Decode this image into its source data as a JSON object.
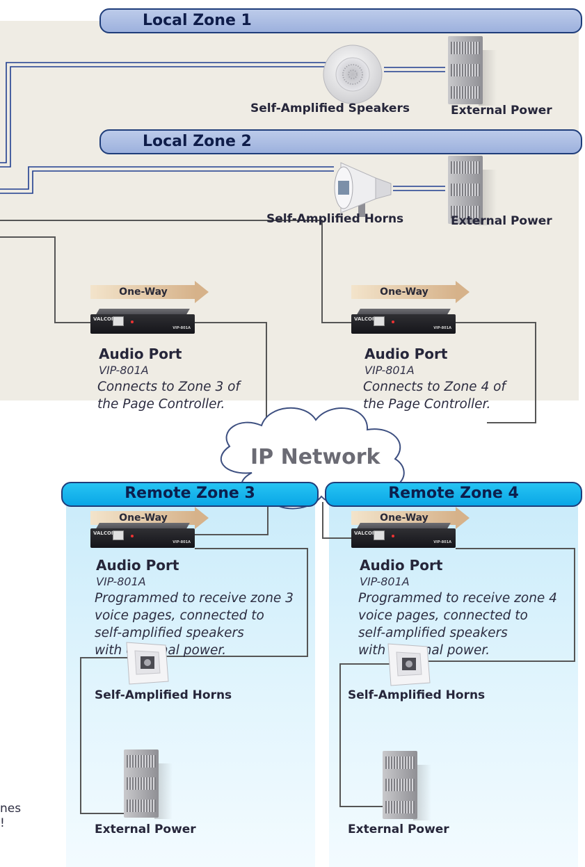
{
  "local_zones": [
    {
      "header": "Local Zone 1",
      "device_label": "Self-Amplified Speakers",
      "power_label": "External Power"
    },
    {
      "header": "Local Zone 2",
      "device_label": "Self-Amplified Horns",
      "power_label": "External Power"
    }
  ],
  "local_ports": [
    {
      "direction": "One-Way",
      "title": "Audio Port",
      "model": "VIP-801A",
      "description": "Connects to Zone 3 of\nthe Page Controller.",
      "brand": "VALCOM",
      "tag": "VIP-801A"
    },
    {
      "direction": "One-Way",
      "title": "Audio Port",
      "model": "VIP-801A",
      "description": "Connects to Zone 4 of\nthe Page Controller.",
      "brand": "VALCOM",
      "tag": "VIP-801A"
    }
  ],
  "network": {
    "label": "IP Network"
  },
  "remote_zones": [
    {
      "header": "Remote Zone 3",
      "direction": "One-Way",
      "title": "Audio Port",
      "model": "VIP-801A",
      "description": "Programmed to receive zone 3\nvoice pages, connected to\nself-amplified speakers\nwith external power.",
      "horn_label": "Self-Amplified Horns",
      "power_label": "External Power",
      "brand": "VALCOM",
      "tag": "VIP-801A"
    },
    {
      "header": "Remote Zone 4",
      "direction": "One-Way",
      "title": "Audio Port",
      "model": "VIP-801A",
      "description": "Programmed to receive zone 4\nvoice pages, connected to\nself-amplified speakers\nwith external power.",
      "horn_label": "Self-Amplified Horns",
      "power_label": "External Power",
      "brand": "VALCOM",
      "tag": "VIP-801A"
    }
  ],
  "edge_text": {
    "line1": "nes",
    "line2": "!"
  },
  "colors": {
    "local_bg": "#efece4",
    "remote_bg": "#c9ebfa",
    "local_header": "#aabde3",
    "remote_header": "#14b4ec",
    "wire_blue": "#1f3d8f",
    "wire_gray": "#555555"
  }
}
